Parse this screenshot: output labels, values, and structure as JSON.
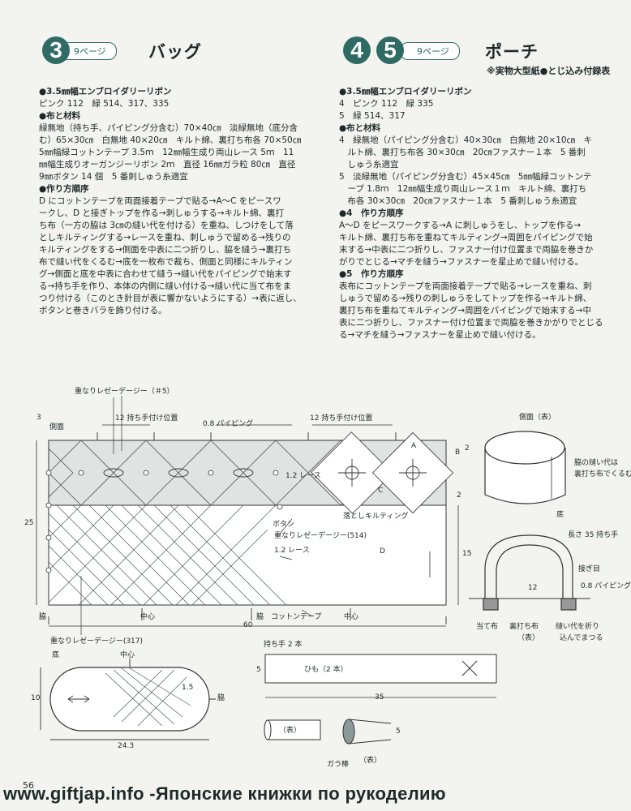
{
  "left": {
    "num": "3",
    "page_ref": "9ページ",
    "title": "バッグ",
    "s1_head": "●3.5㎜幅エンブロイダリーリボン",
    "s1_l1": "ピンク 112　緑 514、317、335",
    "s2_head": "●布と材料",
    "s2_lines": [
      "緑無地（持ち手、パイピング分含む）70×40㎝　淡緑無地（底分含",
      "む）65×30㎝　白無地 40×20㎝　キルト綿、裏打ち布各 70×50㎝",
      "5㎜幅緑コットンテープ 3.5ｍ　12㎜幅生成り両山レース 5ｍ　11",
      "㎜幅生成りオーガンジーリボン 2ｍ　直径 16㎜ガラ粒 80㎝　直径",
      "9㎜ボタン 14 個　5 番刺しゅう糸適宜"
    ],
    "s3_head": "●作り方順序",
    "s3_lines": [
      "D にコットンテープを両面接着テープで貼る→A～C をピースワ",
      "ークし、D と接ぎトップを作る→刺しゅうする→キルト綿、裏打",
      "ち布（一方の脇は 3㎝の縫い代を付ける）を重ね、しつけをして落",
      "としキルティングする→レースを重ね、刺しゅうで留める→残りの",
      "キルティングをする→側面を中表に二つ折りし、脇を縫う→裏打ち",
      "布で縫い代をくるむ→底を一枚布で裁ち、側面と同様にキルティン",
      "グ→側面と底を中表に合わせて縫う→縫い代をパイピングで始末す",
      "る→持ち手を作り、本体の内側に縫い付ける→縫い代に当て布をま",
      "つり付ける（このとき針目が表に響かないようにする）→表に返し、",
      "ボタンと巻きバラを飾り付ける。"
    ]
  },
  "right": {
    "num1": "4",
    "num2": "5",
    "page_ref": "9ページ",
    "title": "ポーチ",
    "subtitle": "※実物大型紙●とじ込み付録表",
    "s1_head": "●3.5㎜幅エンブロイダリーリボン",
    "s1_l1": "4　ピンク 112　緑 335",
    "s1_l2": "5　緑 514、317",
    "s2_head": "●布と材料",
    "s2_lines": [
      "4　緑無地（パイピング分含む）40×30㎝　白無地 20×10㎝　キ",
      "　ルト綿、裏打ち布各 30×30㎝　20㎝ファスナー１本　5 番刺",
      "　しゅう糸適宜",
      "5　淡緑無地（パイピング分含む）45×45㎝　5㎜幅緑コットンテ",
      "　ープ 1.8ｍ　12㎜幅生成り両山レース１ｍ　キルト綿、裏打ち",
      "　布各 30×30㎝　20㎝ファスナー１本　5 番刺しゅう糸適宜"
    ],
    "s3_head": "●4　作り方順序",
    "s3_lines": [
      "A～D をピースワークする→A に刺しゅうをし、トップを作る→",
      "キルト綿、裏打ち布を重ねてキルティング→周囲をパイピングで始",
      "末する→中表に二つ折りし、ファスナー付け位置まで両脇を巻きか",
      "がりでとじる→マチを縫う→ファスナーを星止めで縫い付ける。"
    ],
    "s4_head": "●5　作り方順序",
    "s4_lines": [
      "表布にコットンテープを両面接着テープで貼る→レースを重ね、刺",
      "しゅうで留める→残りの刺しゅうをしてトップを作る→キルト綿、",
      "裏打ち布を重ねてキルティング→周囲をパイピングで始末する→中",
      "表に二つ折りし、ファスナー付け位置まで両脇を巻きかがりでとじる",
      "る→マチを縫う→ファスナーを星止めで縫い付ける。"
    ]
  },
  "diagram": {
    "fig_no": "3",
    "daisy5": "重なりレゼーデージー（＃5）",
    "handle_pos1": "12 持ち手付け位置",
    "piping08": "0.8 パイピング",
    "handle_pos2": "12 持ち手付け位置",
    "side": "側面",
    "lace12a": "1.2 レース",
    "lace12b": "1.2 レース",
    "letter_A": "A",
    "letter_B": "B",
    "letter_C": "C",
    "letter_D": "D",
    "num_2a": "2",
    "num_2b": "2",
    "dim_25": "25",
    "dim_15": "15",
    "dim_60": "60",
    "button": "ボタン",
    "otoshi": "落としキルティング",
    "daisy514": "重なりレゼーデージー(514)",
    "waki1": "脇",
    "waki2": "脇",
    "chushin1": "中心",
    "chushin2": "中心",
    "cotton_tape": "コットンテープ",
    "daisy317": "重なりレゼーデージー(317)",
    "bottom_label": "底",
    "bottom_center": "中心",
    "bottom_waki": "脇",
    "bottom_15": "1.5",
    "bottom_10": "10",
    "bottom_243": "24.3",
    "handle_title": "持ち手 2 本",
    "himo": "ひも（2 本）",
    "handle_5": "5",
    "handle_35": "35",
    "omote1": "（表）",
    "omote2": "（表）",
    "garabo": "ガラ棒",
    "roll_5": "5",
    "side_omote": "側面（表）",
    "waki_note1": "脇の縫い代は",
    "waki_note2": "裏打ち布でくるむ",
    "soko": "底",
    "len35": "長さ 35 持ち手",
    "hagime": "接ぎ目",
    "dim12": "12",
    "piping08b": "0.8 パイピング",
    "atehu": "当て布",
    "uratsuchi": "裏打ち布",
    "ura_omote": "（表）",
    "nuishiro1": "縫い代を折り",
    "nuishiro2": "込んでまつる"
  },
  "page_number": "56",
  "footer": "www.giftjap.info -Японские книжки по рукоделию"
}
